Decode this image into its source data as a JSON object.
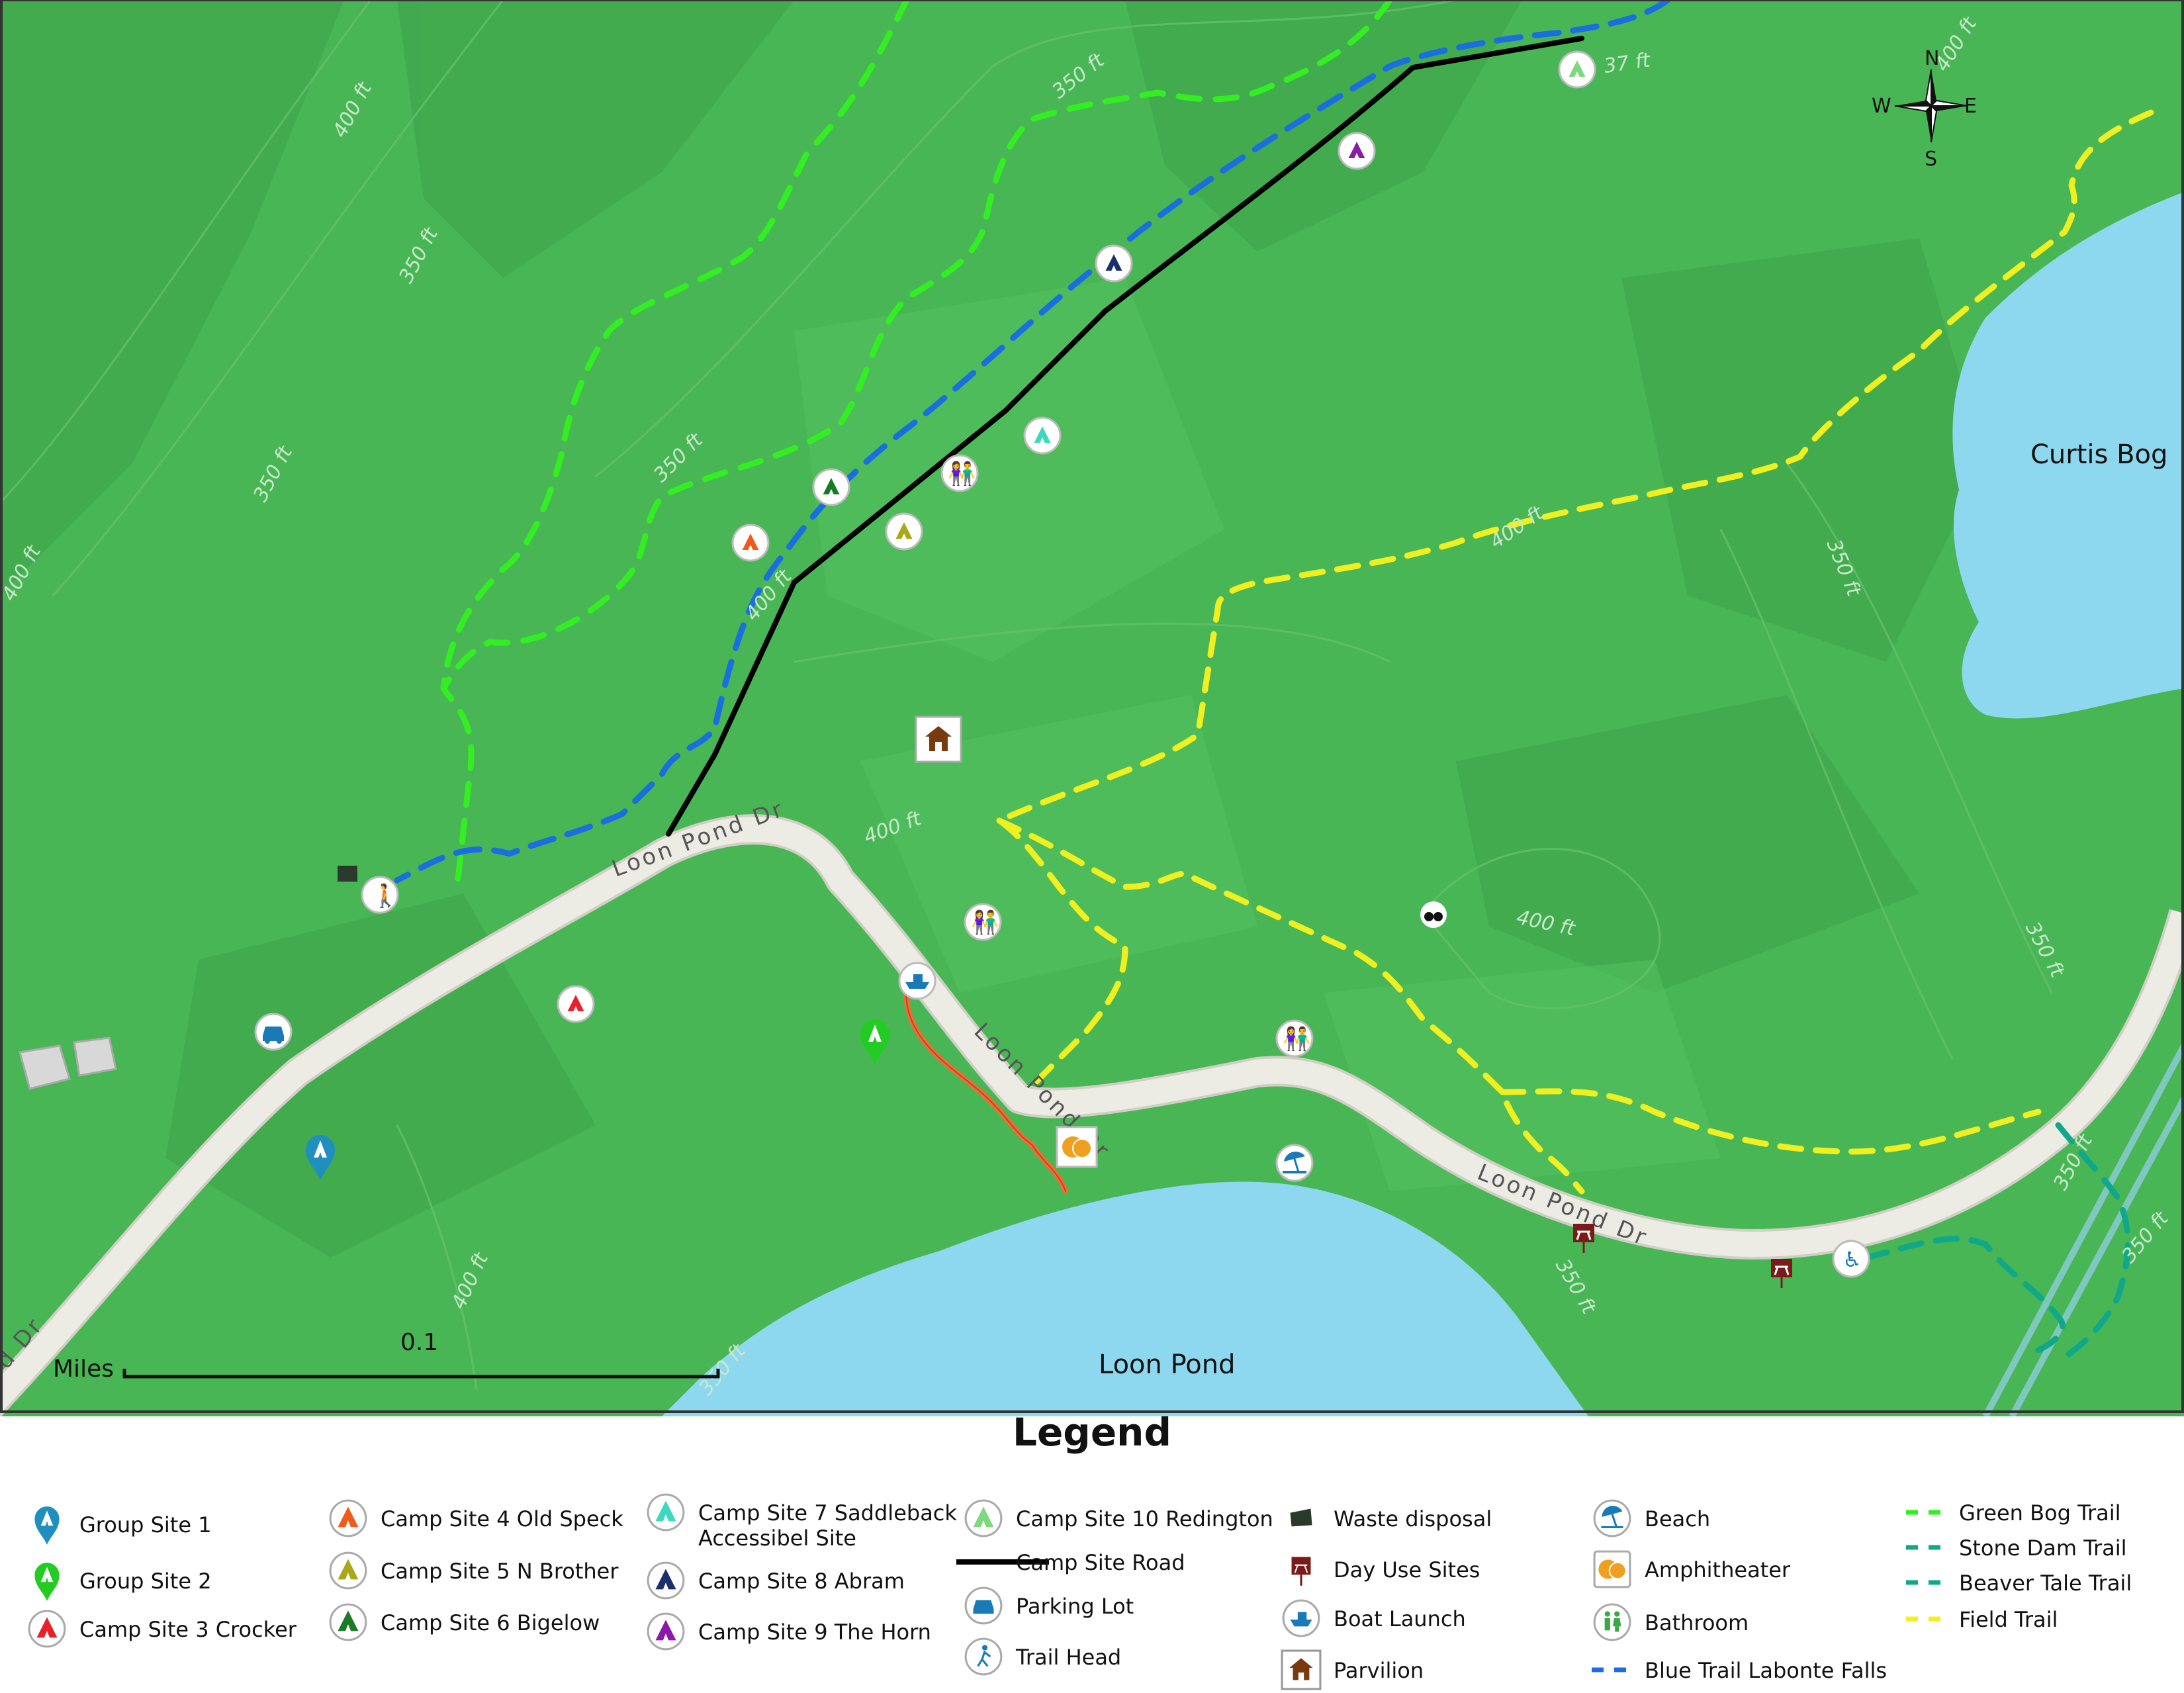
{
  "map": {
    "lakes": {
      "loon": "Loon Pond",
      "curtis": "Curtis Bog"
    },
    "road_label": "Loon Pond Dr",
    "road_label_partial": "d Dr",
    "contours": {
      "c400": "400 ft",
      "c350": "350 ft",
      "c37": "37 ft"
    },
    "compass": {
      "n": "N",
      "s": "S",
      "e": "E",
      "w": "W"
    },
    "scale": {
      "units": "Miles",
      "value": "0.1"
    }
  },
  "legend": {
    "title": "Legend",
    "items": [
      {
        "label": "Group Site 1",
        "icon": "group-site-1-pin-icon",
        "color": "#1f8fbf"
      },
      {
        "label": "Group Site 2",
        "icon": "group-site-2-pin-icon",
        "color": "#22cc22"
      },
      {
        "label": "Camp Site 3 Crocker",
        "icon": "tent-icon",
        "color": "#e8202a"
      },
      {
        "label": "Camp Site 4 Old Speck",
        "icon": "tent-icon",
        "color": "#f05a1a"
      },
      {
        "label": "Camp Site 5 N Brother",
        "icon": "tent-icon",
        "color": "#a8a81a"
      },
      {
        "label": "Camp Site 6 Bigelow",
        "icon": "tent-icon",
        "color": "#1a7a28"
      },
      {
        "label": "Camp Site 7 Saddleback",
        "label2": "Accessibel Site",
        "icon": "tent-icon",
        "color": "#3ed8c0"
      },
      {
        "label": "Camp Site 8 Abram",
        "icon": "tent-icon",
        "color": "#1a2f6e"
      },
      {
        "label": "Camp Site 9 The Horn",
        "icon": "tent-icon",
        "color": "#8a1aa8"
      },
      {
        "label": "Camp Site 10 Redington",
        "icon": "tent-icon",
        "color": "#7ed87e"
      },
      {
        "label": "Camp Site Road",
        "icon": "road-line-icon",
        "color": "#000000"
      },
      {
        "label": "Parking Lot",
        "icon": "car-icon",
        "color": "#1a7ab8"
      },
      {
        "label": "Trail Head",
        "icon": "hiker-icon",
        "color": "#1a7ab8"
      },
      {
        "label": "Waste disposal",
        "icon": "dumpster-icon",
        "color": "#2a3a2a"
      },
      {
        "label": "Day Use Sites",
        "icon": "picnic-table-icon",
        "color": "#7a1a1a"
      },
      {
        "label": "Boat Launch",
        "icon": "boat-icon",
        "color": "#1a7ab8"
      },
      {
        "label": "Parvilion",
        "icon": "pavilion-icon",
        "color": "#7a3a10"
      },
      {
        "label": "Beach",
        "icon": "beach-umbrella-icon",
        "color": "#1a7ab8"
      },
      {
        "label": "Amphitheater",
        "icon": "theater-masks-icon",
        "color": "#f0a020"
      },
      {
        "label": "Bathroom",
        "icon": "restroom-icon",
        "color": "#3aa84a"
      },
      {
        "label": "Blue Trail Labonte Falls",
        "icon": "dashed-line-icon",
        "color": "#1a6ee0"
      },
      {
        "label": "Green Bog Trail",
        "icon": "dashed-line-icon",
        "color": "#33ee22"
      },
      {
        "label": "Stone Dam Trail",
        "icon": "dashed-line-icon",
        "color": "#11a88a"
      },
      {
        "label": "Beaver Tale Trail",
        "icon": "dashed-line-icon",
        "color": "#11a88a"
      },
      {
        "label": "Field Trail",
        "icon": "dashed-line-icon",
        "color": "#f0f020"
      }
    ]
  }
}
